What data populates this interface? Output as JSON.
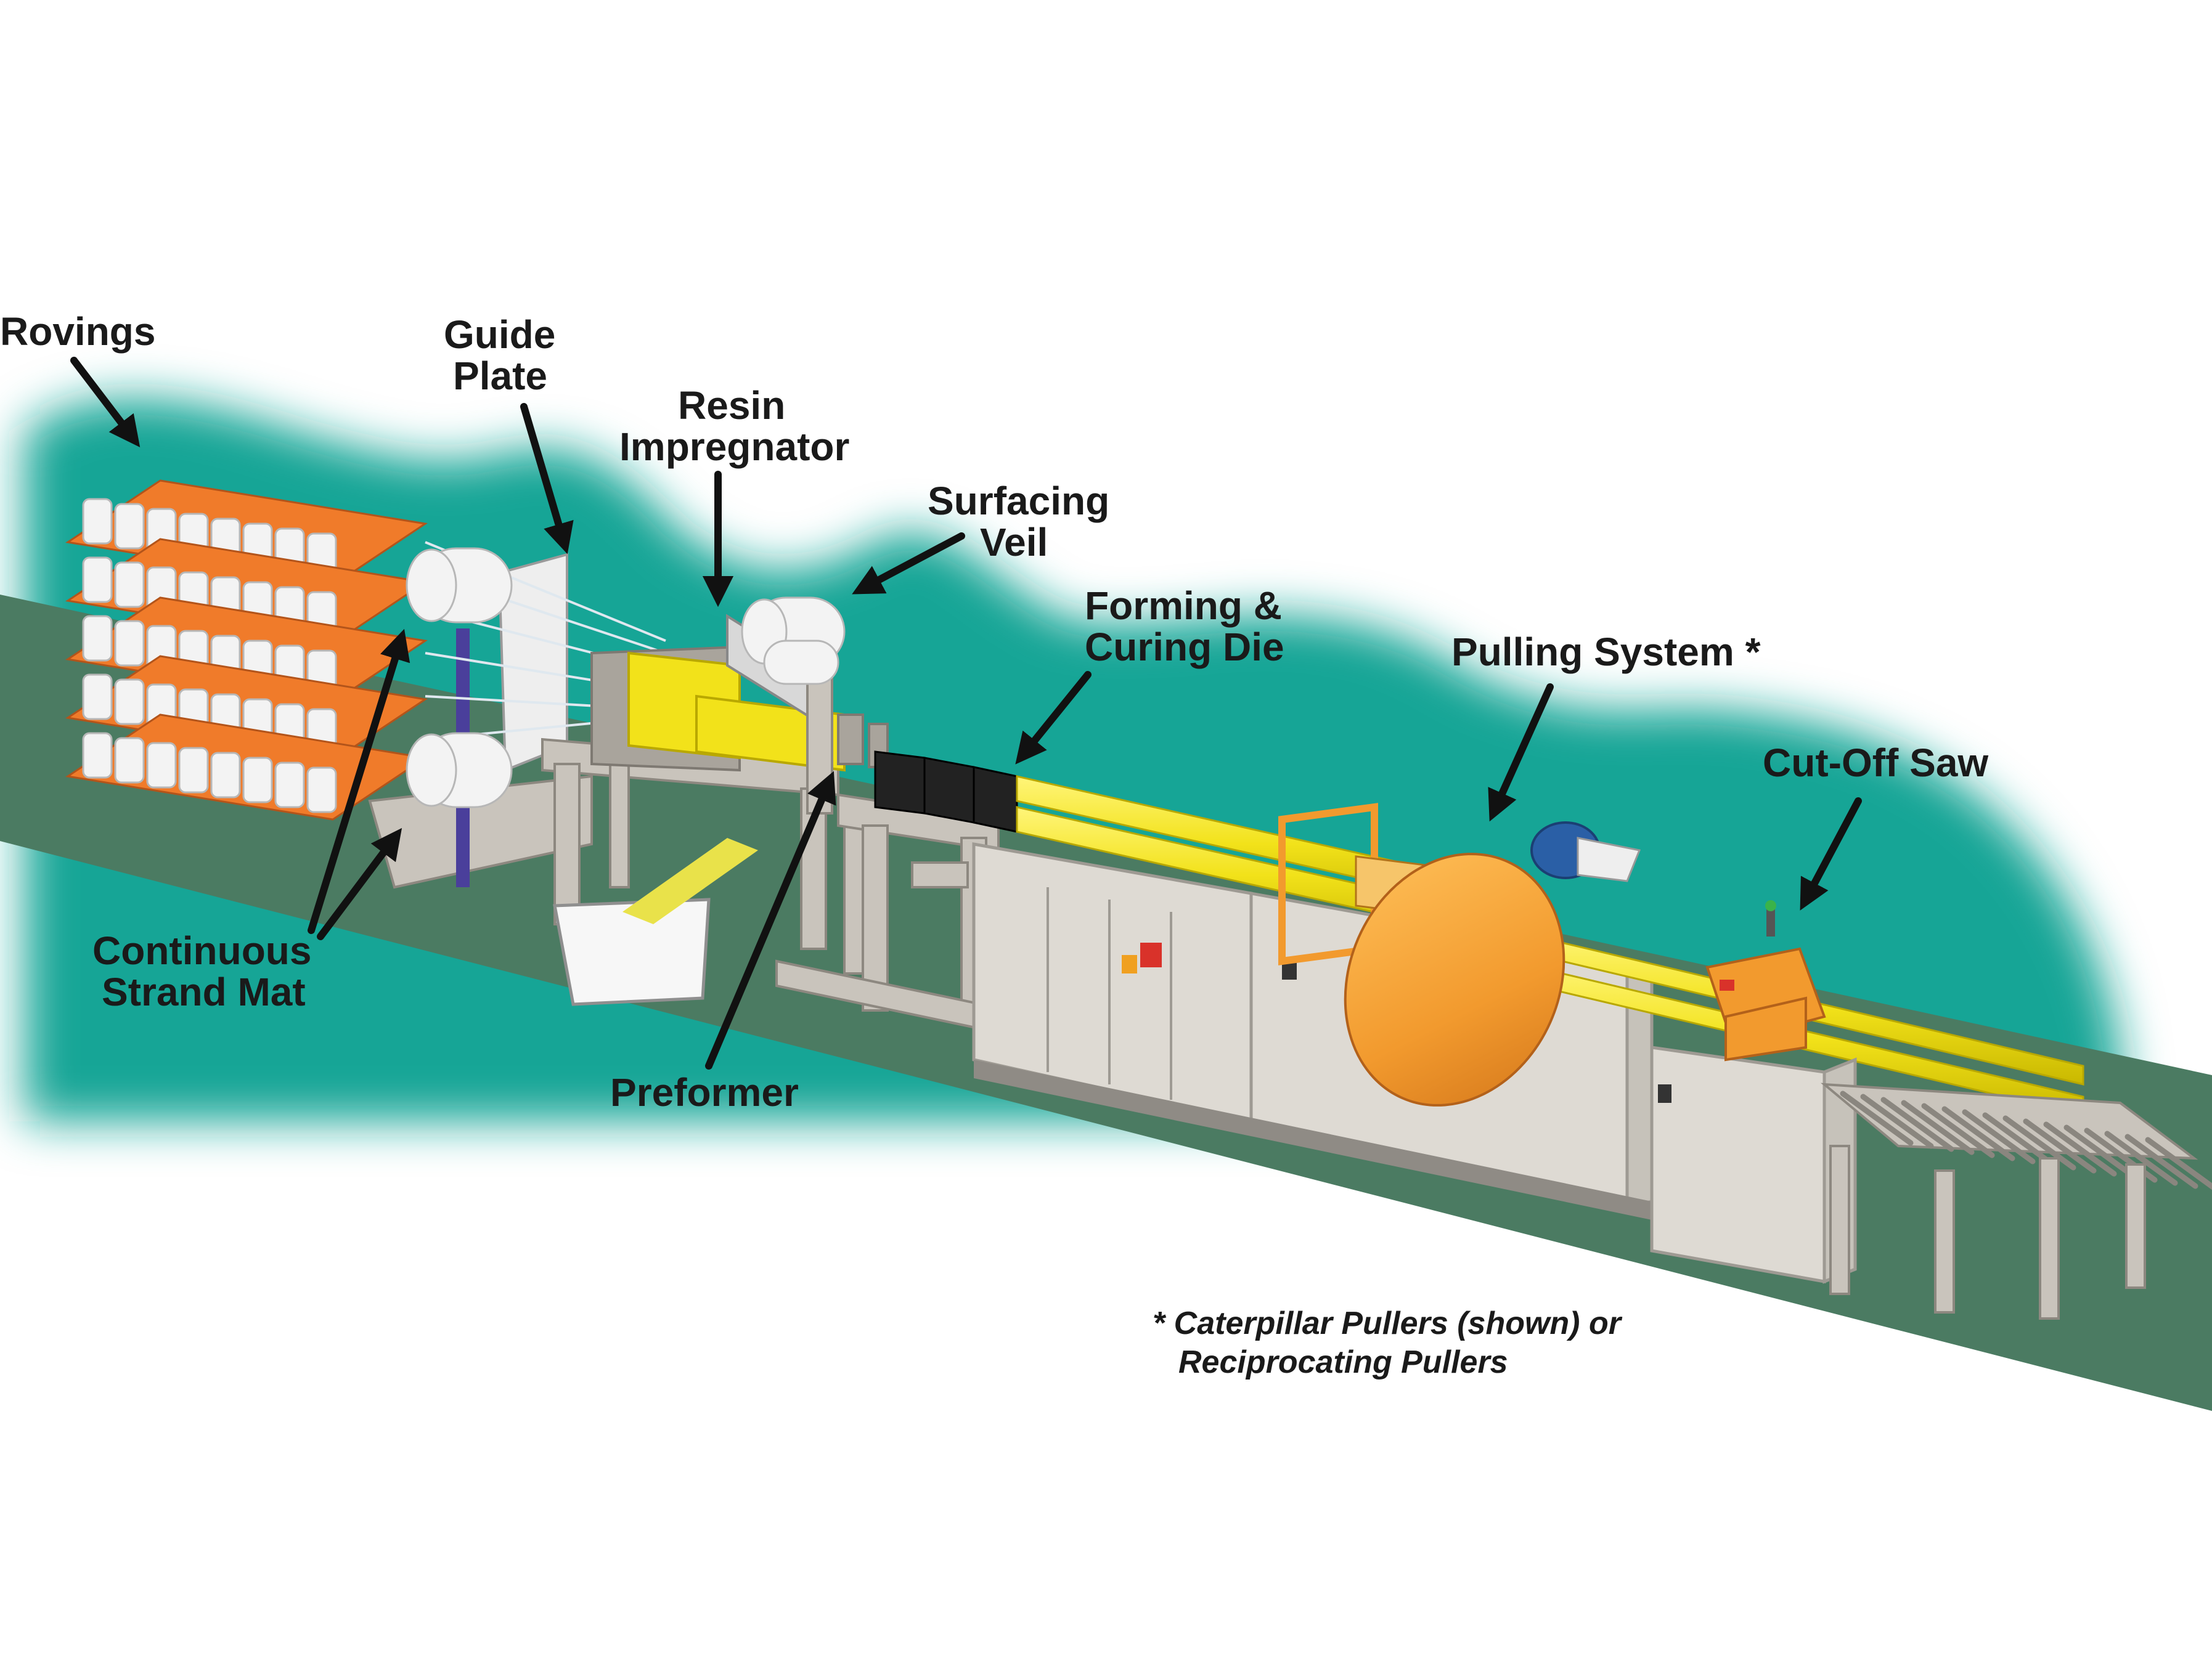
{
  "colors": {
    "background_glow": "#12a596",
    "floor": "#4b7b62",
    "profile_yellow": "#f2e21a",
    "puller_orange": "#f29a2e",
    "pallet_orange": "#f07b2a"
  },
  "labels": {
    "rovings": "Rovings",
    "guide_plate": [
      "Guide",
      "Plate"
    ],
    "resin_impregnator": [
      "Resin",
      "Impregnator"
    ],
    "surfacing_veil": [
      "Surfacing",
      "Veil"
    ],
    "forming_curing_die": [
      "Forming &",
      "Curing Die"
    ],
    "pulling_system": "Pulling System *",
    "cut_off_saw": "Cut-Off Saw",
    "continuous_strand_mat": [
      "Continuous",
      "Strand Mat"
    ],
    "preformer": "Preformer"
  },
  "footnote": [
    "* Caterpillar Pullers (shown) or",
    "Reciprocating Pullers"
  ]
}
